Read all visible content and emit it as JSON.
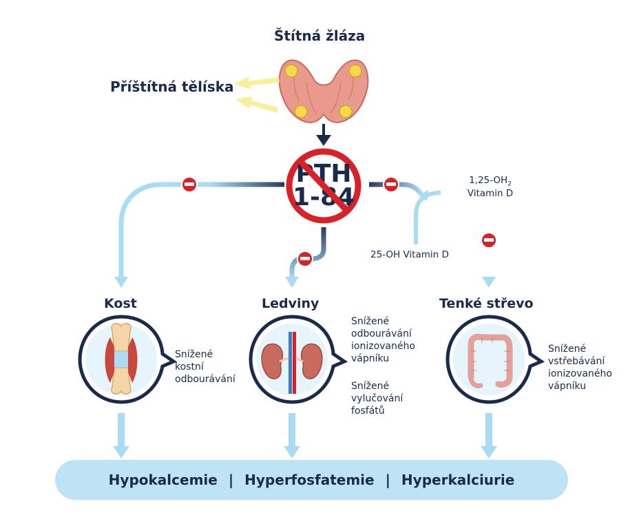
{
  "title": "Štítná žláza",
  "parathyroid_label": "Příštítná tělíska",
  "pth": {
    "line1": "PTH",
    "line2": "1-84"
  },
  "vitamin_d_active": {
    "prefix": "1,25-OH",
    "sub": "2",
    "suffix": "Vitamin D"
  },
  "vitamin_d_precursor": "25-OH Vitamin D",
  "organs": [
    {
      "title": "Kost",
      "icon": "bone-joint-icon",
      "notes": [
        "Snížené",
        "kostní",
        "odbourávání"
      ]
    },
    {
      "title": "Ledviny",
      "icon": "kidneys-icon",
      "notes": [
        "Snížené",
        "odbourávání",
        "ionizovaného",
        "vápníku"
      ],
      "notes2": [
        "Snížené",
        "vylučování",
        "fosfátů"
      ]
    },
    {
      "title": "Tenké střevo",
      "icon": "intestine-icon",
      "notes": [
        "Snížené",
        "vstřebávání",
        "ionizovaného",
        "vápníku"
      ]
    }
  ],
  "outcomes": [
    "Hypokalcemie",
    "Hyperfosfatemie",
    "Hyperkalciurie"
  ],
  "separator": "|",
  "colors": {
    "navy": "#1a2a4a",
    "light_blue": "#a9dcf2",
    "red": "#d8222a",
    "yellow": "#f6ef9c",
    "bar": "#bde3f5"
  }
}
